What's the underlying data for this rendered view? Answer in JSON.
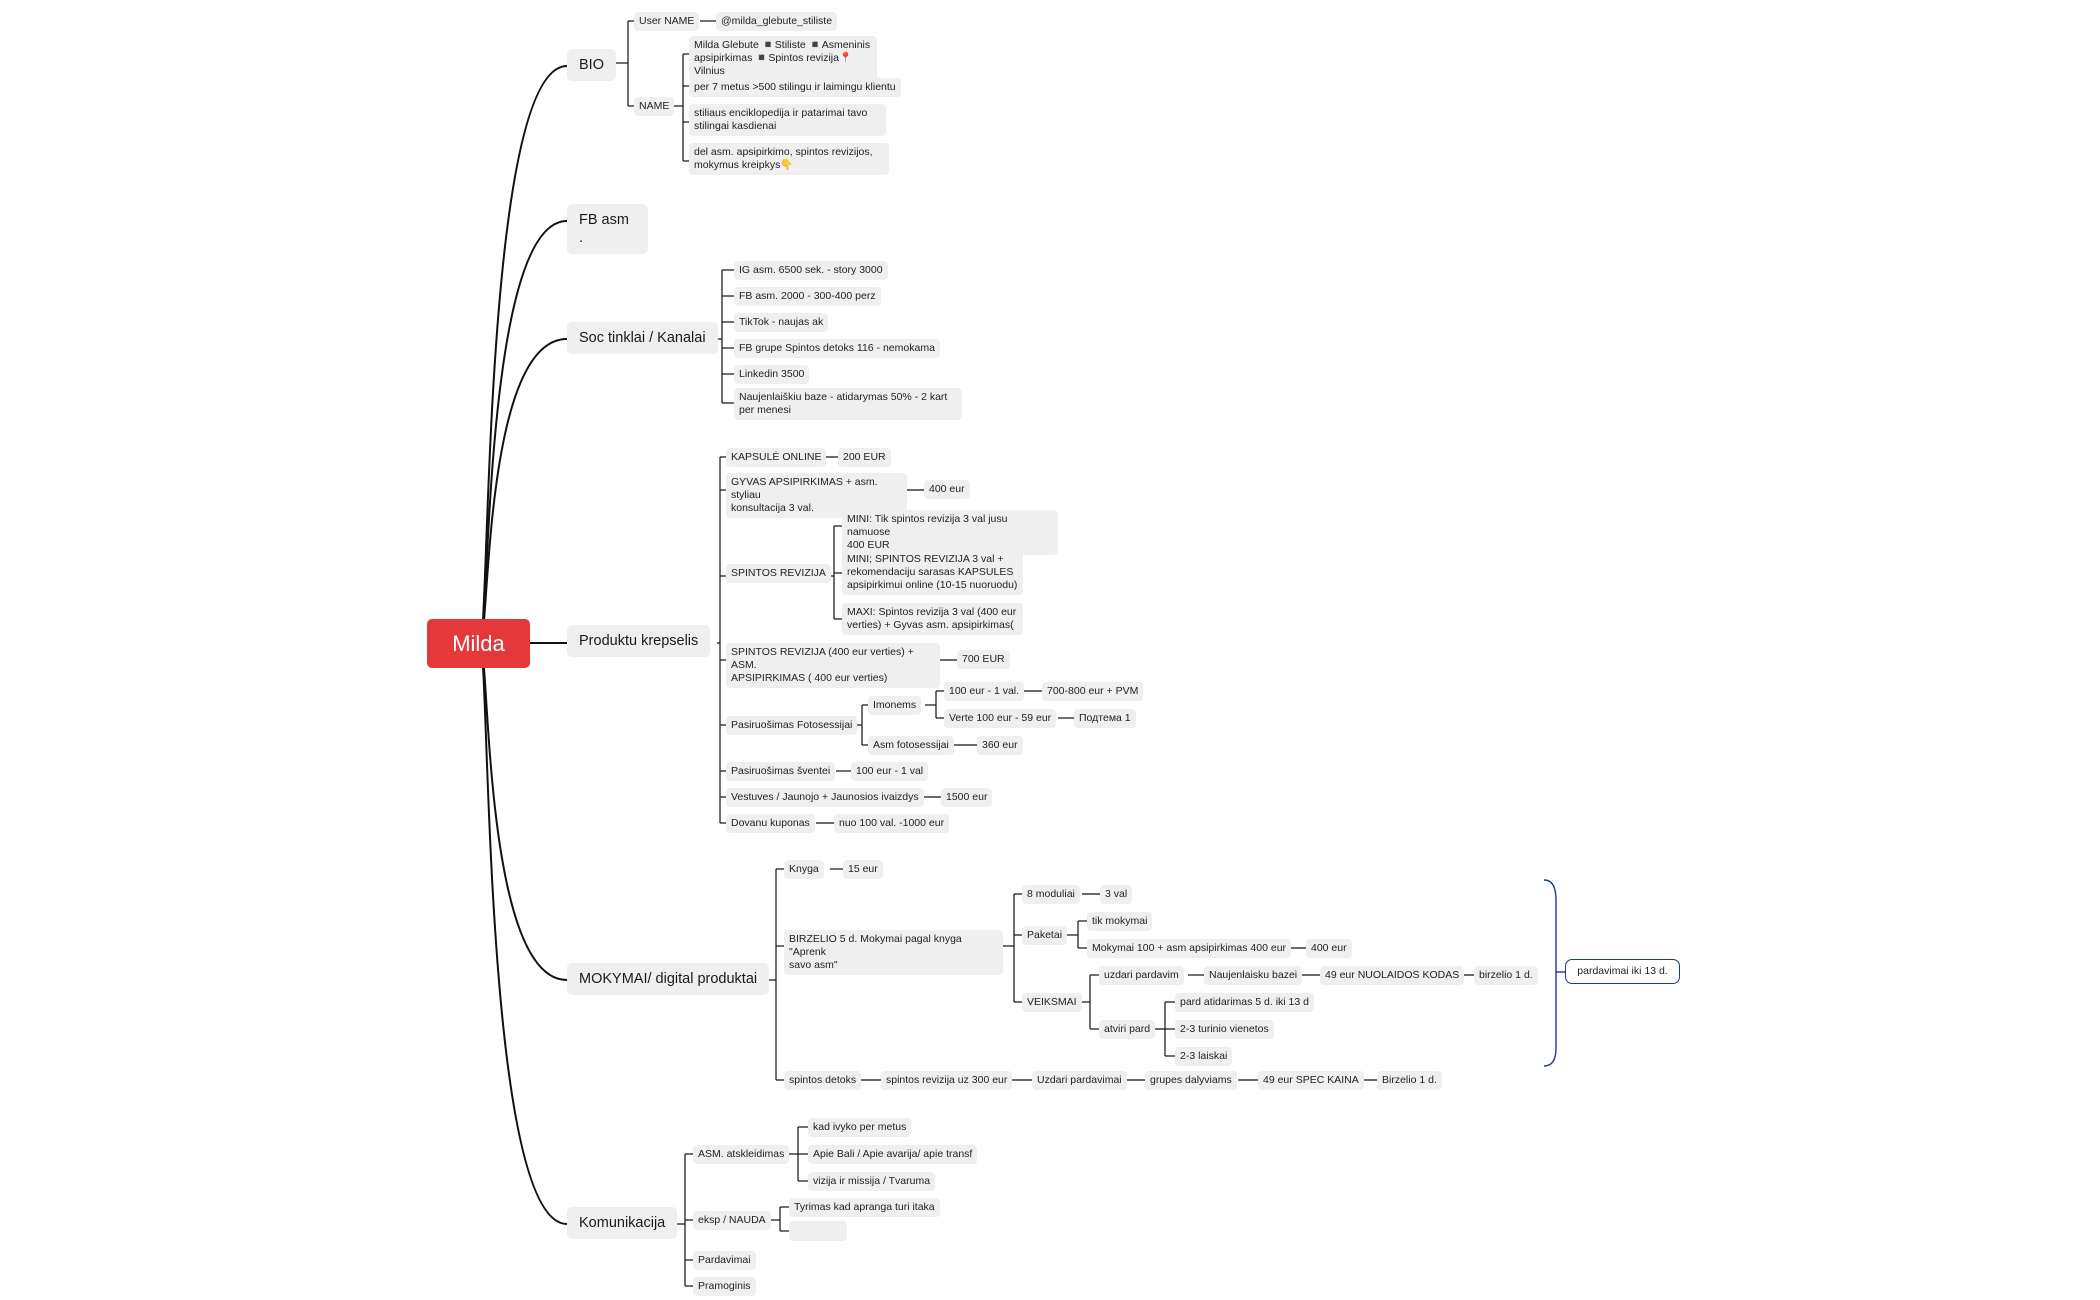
{
  "root": "Milda",
  "bio": {
    "label": "BIO",
    "user_name_label": "User NAME",
    "user_name_value": "@milda_glebute_stiliste",
    "name_label": "NAME",
    "name_items": [
      "Milda Glebute ◾Stiliste ◾Asmeninis\napsipirkimas ◾Spintos revizija📍Vilnius",
      "   per 7 metus >500 stilingu ir laimingu klientu",
      "   stiliaus enciklopedija ir patarimai tavo\nstilingai kasdienai",
      "   del asm. apsipirkimo, spintos revizijos,\nmokymus kreipkys👇"
    ]
  },
  "fb": {
    "label": "FB asm ."
  },
  "soc": {
    "label": "Soc tinklai / Kanalai",
    "items": [
      "IG asm. 6500 sek. - story 3000",
      "FB asm. 2000 - 300-400 perz",
      "TikTok - naujas ak",
      "FB grupe Spintos detoks 116 - nemokama",
      "Linkedin 3500",
      "Naujenlaiškiu baze - atidarymas 50% - 2 kart\nper menesi"
    ]
  },
  "produktai": {
    "label": "Produktu krepselis",
    "kapsule": "KAPSULĖ ONLINE",
    "kapsule_price": "200 EUR",
    "gyvas": "GYVAS APSIPIRKIMAS + asm. styliau\nkonsultacija 3 val.",
    "gyvas_price": "400 eur",
    "spintos": "SPINTOS REVIZIJA",
    "spintos_options": [
      "MINI: Tik spintos revizija 3 val jusu namuose\n400 EUR",
      "MINI; SPINTOS REVIZIJA 3 val +\nrekomendaciju sarasas KAPSULES\napsipirkimui online (10-15 nuoruodu)",
      "MAXI: Spintos revizija 3 val (400 eur\nverties) + Gyvas asm. apsipirkimas("
    ],
    "spintos_asm": "SPINTOS REVIZIJA (400 eur verties) + ASM.\nAPSIPIRKIMAS ( 400 eur verties)",
    "spintos_asm_price": "700 EUR",
    "foto": "Pasiruošimas Fotosessijai",
    "imonems": "Imonems",
    "imonems_a": "100 eur -  1 val.",
    "imonems_a_price": "700-800 eur + PVM",
    "imonems_b": "Verte 100 eur - 59 eur",
    "imonems_b_tag": "Подтема 1",
    "asm_foto": "Asm fotosessijai",
    "asm_foto_price": "360 eur",
    "sventei": "Pasiruošimas šventei",
    "sventei_price": "100 eur - 1 val",
    "vestuves": "Vestuves / Jaunojo + Jaunosios ivaizdys",
    "vestuves_price": "1500 eur",
    "dovanu": "Dovanu kuponas",
    "dovanu_price": "nuo 100 val. -1000 eur"
  },
  "mokymai": {
    "label": "MOKYMAI/ digital produktai",
    "knyga": "Knyga",
    "knyga_price": "15 eur",
    "birzelio": "BIRZELIO 5 d. Mokymai pagal knyga \"Aprenk\nsavo asm\"",
    "moduliai": "8 moduliai",
    "moduliai_val": "3 val",
    "paketai": "Paketai",
    "paketai_a": "tik mokymai",
    "paketai_b": "Mokymai 100 + asm apsipirkimas 400 eur",
    "paketai_b_price": "400 eur",
    "veiksmai": "VEIKSMAI",
    "uzdari": "uzdari pardavim",
    "naujenlaisku": "Naujenlaisku bazei",
    "nuolaidos": "49 eur NUOLAIDOS KODAS",
    "birzelio1": "birzelio 1 d.",
    "atviri": "atviri pard",
    "atviri_items": [
      "pard atidarimas 5 d. iki 13 d",
      "2-3 turinio vienetos",
      "2-3 laiskai"
    ],
    "pardavimai_summary": "pardavimai iki 13 d.",
    "spintos_detoks": "spintos detoks",
    "detoks_chain": [
      "spintos revizija uz 300 eur",
      "Uzdari pardavimai",
      "grupes dalyviams",
      "49 eur SPEC KAINA",
      "Birzelio 1 d."
    ]
  },
  "komunikacija": {
    "label": "Komunikacija",
    "asm": "ASM. atskleidimas",
    "asm_items": [
      "kad ivyko per metus",
      "Apie Bali / Apie avarija/ apie transf",
      "vizija ir missija / Tvaruma"
    ],
    "eksp": "eksp / NAUDA",
    "eksp_items": [
      "Tyrimas kad apranga turi itaka",
      ""
    ],
    "pardavimai": "Pardavimai",
    "pramoginis": "Pramoginis"
  },
  "colors": {
    "root": "#e5383b",
    "node": "#efefef",
    "line": "#111111",
    "summary": "#2236a0"
  }
}
